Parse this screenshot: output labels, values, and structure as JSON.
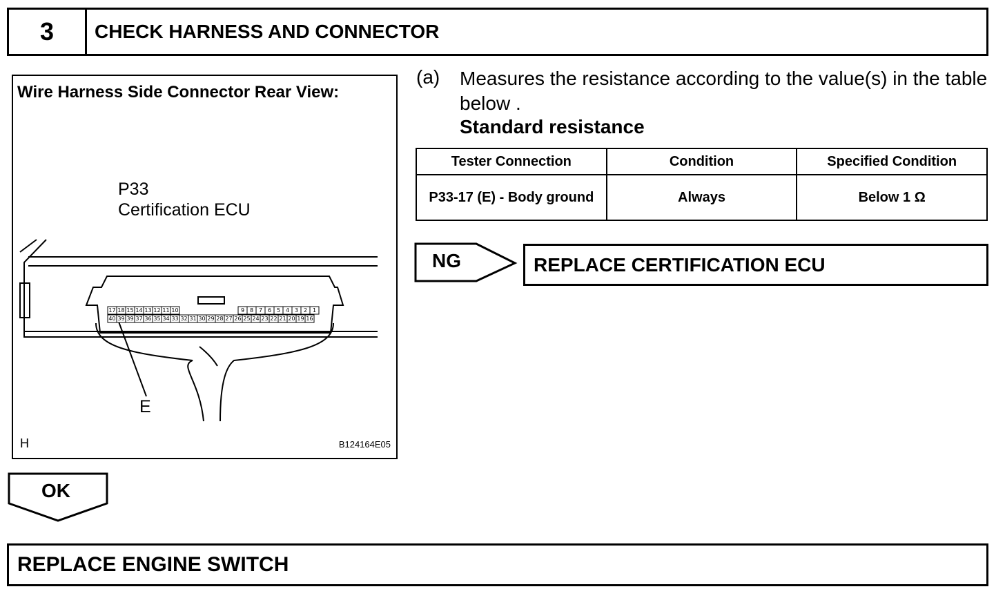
{
  "step": {
    "number": "3",
    "title": "CHECK HARNESS AND CONNECTOR"
  },
  "figure": {
    "title": "Wire Harness Side Connector Rear View:",
    "connector_code": "P33",
    "connector_name": "Certification ECU",
    "callout": "E",
    "corner_label": "H",
    "figure_id": "B124164E05",
    "top_row_pins": [
      "17",
      "18",
      "15",
      "14",
      "13",
      "12",
      "11",
      "10",
      "9",
      "8",
      "7",
      "6",
      "5",
      "4",
      "3",
      "2",
      "1"
    ],
    "bottom_row_pins": [
      "40",
      "39",
      "39",
      "37",
      "36",
      "35",
      "34",
      "33",
      "32",
      "31",
      "30",
      "29",
      "28",
      "27",
      "26",
      "25",
      "24",
      "23",
      "22",
      "21",
      "20",
      "19",
      "16"
    ]
  },
  "instruction": {
    "letter": "(a)",
    "text": "Measures the resistance according to the value(s) in the table below .",
    "subheading": "Standard resistance"
  },
  "table": {
    "headers": [
      "Tester Connection",
      "Condition",
      "Specified Condition"
    ],
    "rows": [
      [
        "P33-17 (E) - Body ground",
        "Always",
        "Below 1 Ω"
      ]
    ]
  },
  "ng": {
    "label": "NG",
    "result": "REPLACE CERTIFICATION ECU"
  },
  "ok": {
    "label": "OK",
    "result": "REPLACE ENGINE SWITCH"
  }
}
